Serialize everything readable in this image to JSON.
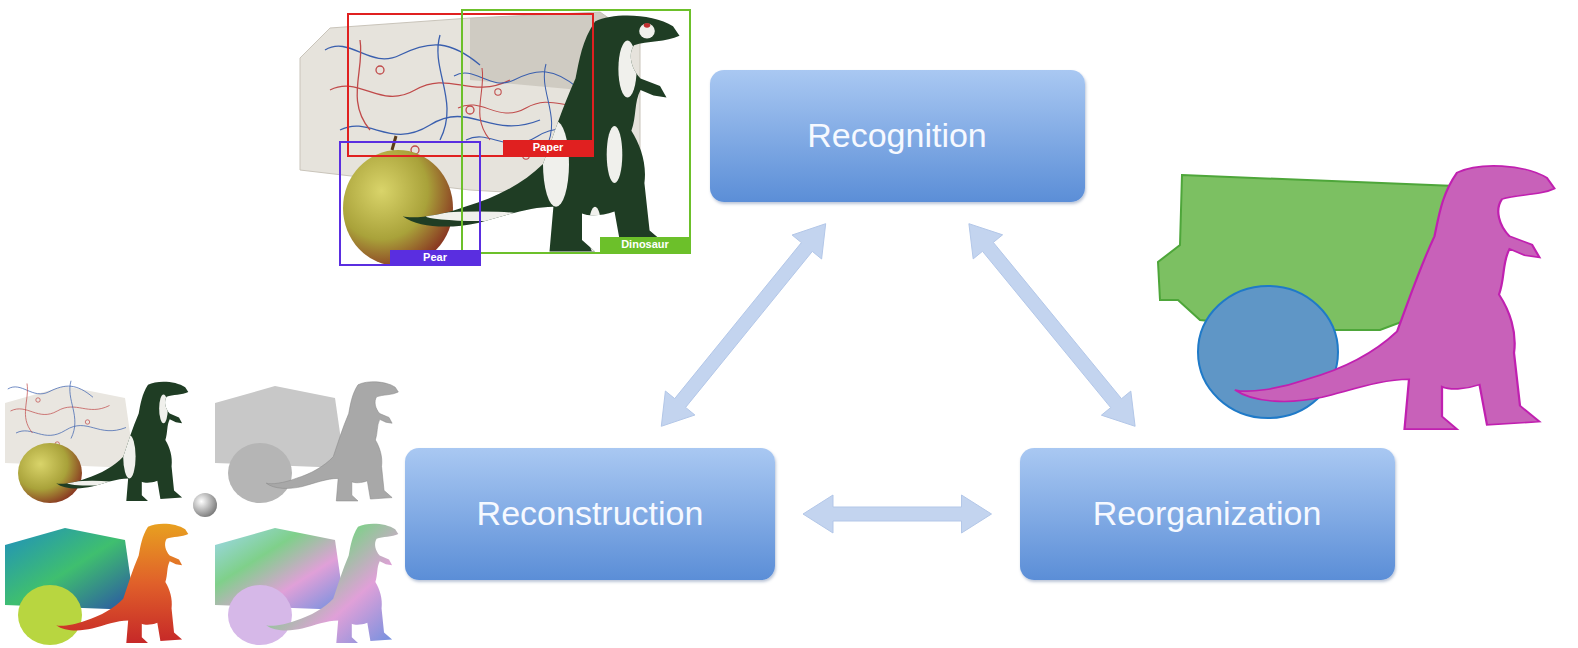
{
  "diagram": {
    "nodes": [
      {
        "text": [
          "Recognition"
        ]
      },
      {
        "text": [
          "Reconstruction"
        ]
      },
      {
        "text": [
          "Reorganization"
        ]
      }
    ],
    "edges": [
      {
        "from": 0,
        "to": 1,
        "arrow": "both"
      },
      {
        "from": 0,
        "to": 2,
        "arrow": "both"
      },
      {
        "from": 1,
        "to": 2,
        "arrow": "both"
      }
    ],
    "labels": [
      "Paper",
      "Pear",
      "Dinosaur"
    ]
  }
}
